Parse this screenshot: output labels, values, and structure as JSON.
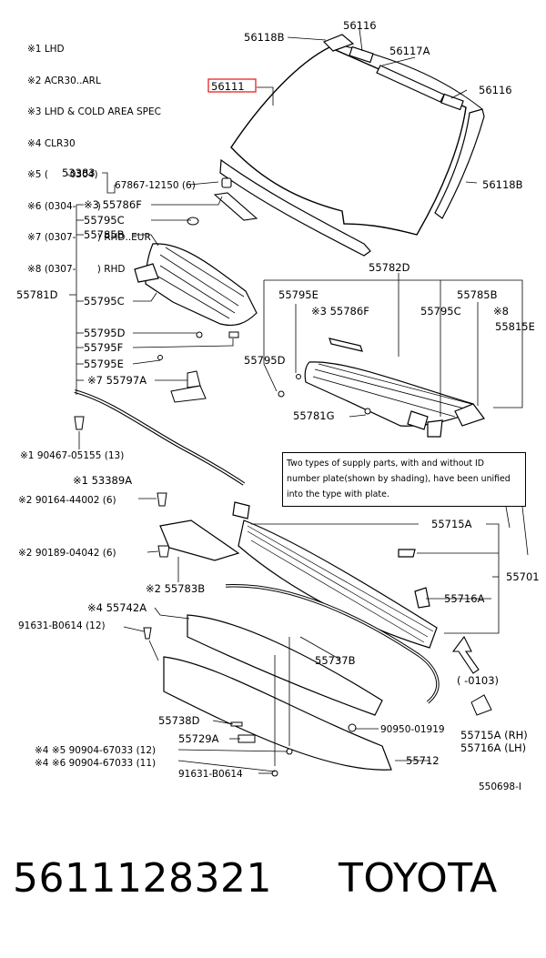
{
  "notes": [
    "※1 LHD",
    "※2 ACR30..ARL",
    "※3 LHD & COLD AREA SPEC",
    "※4 CLR30",
    "※5 (      -0304)",
    "※6 (0304-       )",
    "※7 (0307-       ) RHD..EUR",
    "※8 (0307-       ) RHD"
  ],
  "labels": {
    "p56116a": "56116",
    "p56118b_top": "56118B",
    "p56117a": "56117A",
    "p56111": "56111",
    "p56116b": "56116",
    "p53383": "53383",
    "p67867": "67867-12150 (6)",
    "p56118b_right": "56118B",
    "p55786f_left": "※3 55786F",
    "p55795c_a": "55795C",
    "p55785b_left": "55785B",
    "p55782d": "55782D",
    "p55781d": "55781D",
    "p55795c_b": "55795C",
    "p55795e_right": "55795E",
    "p55785b_right": "55785B",
    "p55786f_right": "※3 55786F",
    "p55795c_right": "55795C",
    "p8": "※8",
    "p55815e": "55815E",
    "p55795d_left": "55795D",
    "p55795f": "55795F",
    "p55795e_left": "55795E",
    "p55797a": "※7 55797A",
    "p55795d_right": "55795D",
    "p55781g": "55781G",
    "p90467": "※1  90467-05155 (13)",
    "p53389a": "※1  53389A",
    "p90164": "※2  90164-44002 (6)",
    "p55715a": "55715A",
    "p90189": "※2  90189-04042 (6)",
    "p55701": "55701",
    "p55783b": "※2  55783B",
    "p55716a": "55716A",
    "p55742a": "※4  55742A",
    "p91631_top": "91631-B0614 (12)",
    "p55737b": "55737B",
    "p0103": "(        -0103)",
    "p55738d": "55738D",
    "p90950": "90950-01919",
    "p55715a_rh": "55715A (RH)",
    "p55716a_lh": "55716A (LH)",
    "p55729a": "55729A",
    "p90904_12": "※4 ※5 90904-67033 (12)",
    "p90904_11": "※4 ※6 90904-67033 (11)",
    "p55712": "55712",
    "p91631_bottom": "91631-B0614",
    "p550698": "550698-I"
  },
  "info_box": [
    "Two types of supply parts, with and without ID",
    "number plate(shown by shading), have been unified",
    "into the type with plate."
  ],
  "footer": {
    "part_number": "5611128321",
    "brand": "TOYOTA"
  },
  "highlight_color": "#e8332f"
}
